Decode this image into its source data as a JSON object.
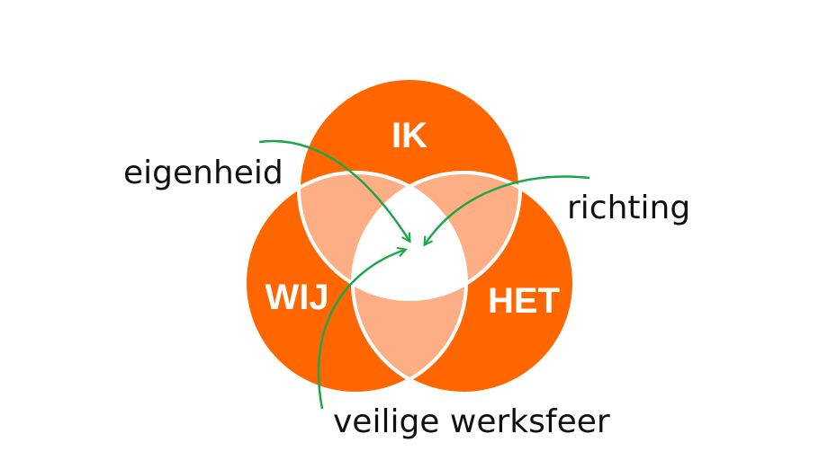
{
  "circles": {
    "top": "IK",
    "left": "WIJ",
    "right": "HET"
  },
  "annotations": {
    "eigenheid": "eigenheid",
    "richting": "richting",
    "veilige_werksfeer": "veilige werksfeer"
  },
  "colors": {
    "circle_fill": "#ff6600",
    "pair_overlap": "#fdae84",
    "center_overlap": "#ffffff",
    "outline": "#ffffff",
    "arrow": "#1aa64a"
  }
}
